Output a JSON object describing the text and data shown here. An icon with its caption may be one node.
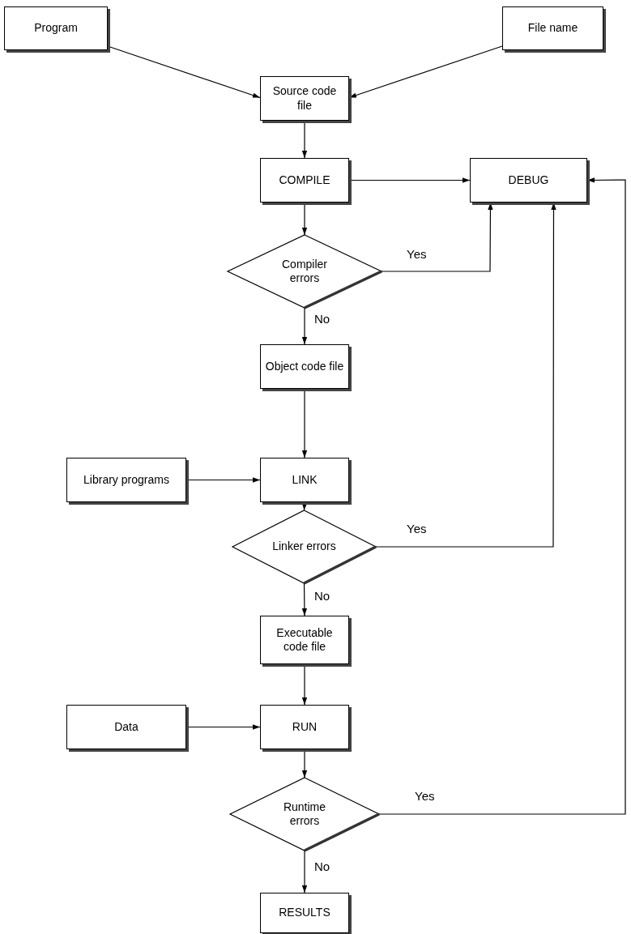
{
  "diagram": {
    "nodes": [
      {
        "text": [
          "Program"
        ]
      },
      {
        "text": [
          "File name"
        ]
      },
      {
        "text": [
          "Source code file"
        ]
      },
      {
        "text": [
          "COMPILE"
        ]
      },
      {
        "text": [
          "DEBUG"
        ]
      },
      {
        "text": [
          "Compiler errors"
        ]
      },
      {
        "text": [
          "Object code file"
        ]
      },
      {
        "text": [
          "Library programs"
        ]
      },
      {
        "text": [
          "LINK"
        ]
      },
      {
        "text": [
          "Linker errors"
        ]
      },
      {
        "text": [
          "Executable code file"
        ]
      },
      {
        "text": [
          "Data"
        ]
      },
      {
        "text": [
          "RUN"
        ]
      },
      {
        "text": [
          "Runtime errors"
        ]
      },
      {
        "text": [
          "RESULTS"
        ]
      }
    ],
    "edges": [
      {
        "from": 0,
        "to": 2,
        "arrow": "to"
      },
      {
        "from": 1,
        "to": 2,
        "arrow": "to"
      },
      {
        "from": 2,
        "to": 3,
        "arrow": "to"
      },
      {
        "from": 3,
        "to": 4,
        "arrow": "to"
      },
      {
        "from": 3,
        "to": 5,
        "arrow": "to"
      },
      {
        "from": 5,
        "to": 4,
        "arrow": "to",
        "label": "Yes"
      },
      {
        "from": 5,
        "to": 6,
        "arrow": "to",
        "label": "No"
      },
      {
        "from": 6,
        "to": 8,
        "arrow": "to"
      },
      {
        "from": 7,
        "to": 8,
        "arrow": "to"
      },
      {
        "from": 8,
        "to": 9,
        "arrow": "to"
      },
      {
        "from": 9,
        "to": 4,
        "arrow": "to",
        "label": "Yes"
      },
      {
        "from": 9,
        "to": 10,
        "arrow": "to",
        "label": "No"
      },
      {
        "from": 10,
        "to": 12,
        "arrow": "to"
      },
      {
        "from": 11,
        "to": 12,
        "arrow": "to"
      },
      {
        "from": 12,
        "to": 13,
        "arrow": "to"
      },
      {
        "from": 13,
        "to": 4,
        "arrow": "to",
        "label": "Yes"
      },
      {
        "from": 13,
        "to": 14,
        "arrow": "to",
        "label": "No"
      }
    ]
  }
}
